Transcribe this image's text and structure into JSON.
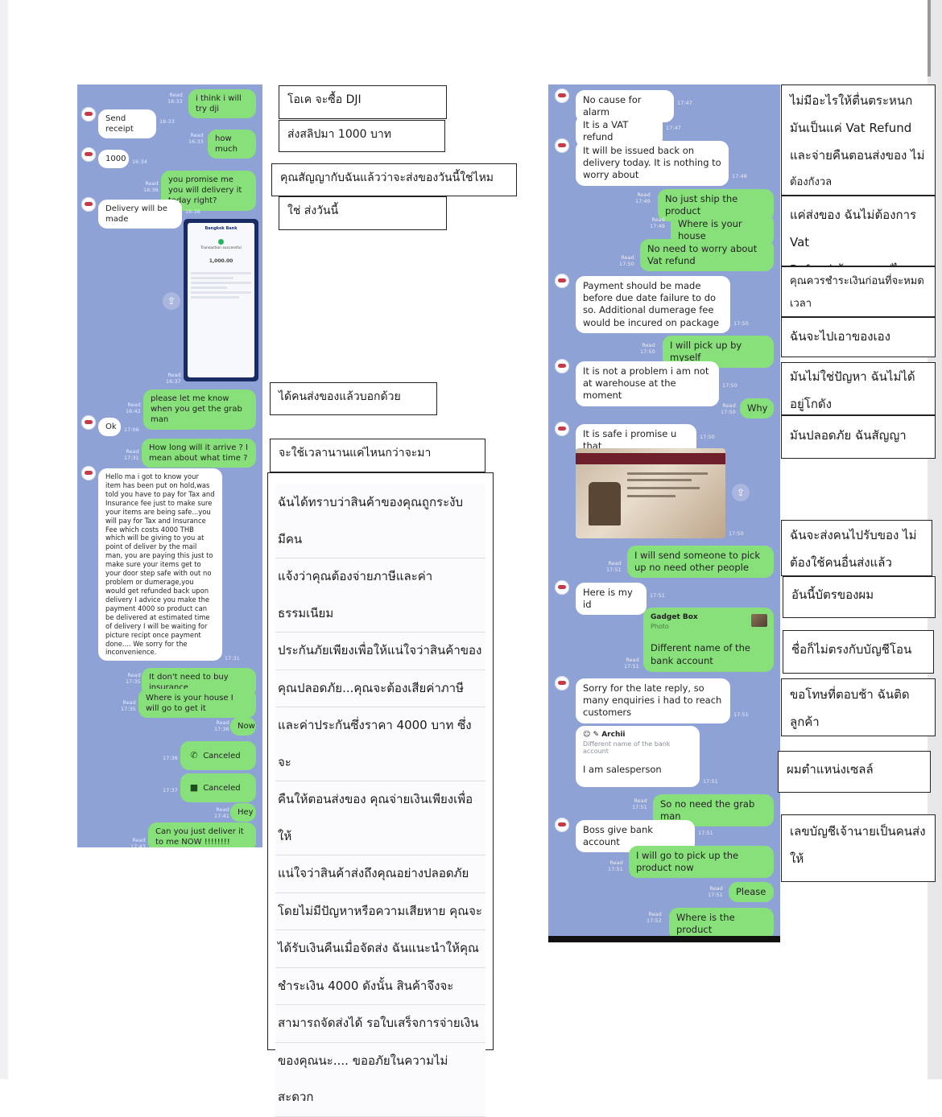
{
  "left_chat": {
    "messages": [
      {
        "text": "i think i will try dji",
        "meta": "Read\n16:33"
      },
      {
        "text": "Send receipt",
        "meta": "16:33"
      },
      {
        "text": "how much",
        "meta": "Read\n16:33"
      },
      {
        "text": "1000",
        "meta": "16:34"
      },
      {
        "text": "you promise me you will delivery it today right?",
        "meta": "Read\n16:36"
      },
      {
        "text": "Delivery will be made",
        "meta": "16:36"
      },
      {
        "text": "please let me know when you get the grab man",
        "meta": "Read\n16:42"
      },
      {
        "text": "Ok",
        "meta": "17:06"
      },
      {
        "text": "How long will it arrive ? I mean about what time ?",
        "meta": "Read\n17:31"
      },
      {
        "text": "Hello ma i got to know your item has been put on hold,was told you have to pay for Tax and Insurance fee just to make sure your items are being safe...you will pay for Tax and Insurance Fee which costs 4000 THB which will be giving to you at point of deliver by the mail man, you are paying this just to make sure your items get to your door step safe with out no problem or dumerage,you would get refunded back upon delivery I advice you make the payment 4000 so product can be delivered at estimated time of delivery I will be waiting for picture recipt once payment done.... We sorry for the inconvenience.",
        "meta": "17:31"
      },
      {
        "text": "It don't need to buy insurance",
        "meta": "Read\n17:35"
      },
      {
        "text": "Where is your house I will go to get it",
        "meta": "Read\n17:35"
      },
      {
        "text": "Now",
        "meta": "Read\n17:36"
      },
      {
        "text": "Canceled",
        "meta": "17:36"
      },
      {
        "text": "Canceled",
        "meta": "17:37"
      },
      {
        "text": "Hey",
        "meta": "Read\n17:41"
      },
      {
        "text": "Can you just deliver it to me NOW !!!!!!!!",
        "meta": "Read\n17:43"
      }
    ],
    "receipt": {
      "bank": "Bangkok Bank",
      "status": "Transaction successful",
      "amount": "1,000.00"
    }
  },
  "left_annotations": [
    "โอเค จะซื้อ DJI",
    "ส่งสลิปมา 1000 บาท",
    "คุณสัญญากับฉันแล้วว่าจะส่งของวันนี้ใช่ไหม",
    "ใช่ ส่งวันนี้",
    "ได้คนส่งของแล้วบอกด้วย",
    "จะใช้เวลานานแค่ไหนกว่าจะมา"
  ],
  "long_translation": [
    "ฉันได้ทราบว่าสินค้าของคุณถูกระงับ มีคน",
    "แจ้งว่าคุณต้องจ่ายภาษีและค่าธรรมเนียม",
    "ประกันภัยเพียงเพื่อให้แน่ใจว่าสินค้าของ",
    "คุณปลอดภัย...คุณจะต้องเสียค่าภาษี",
    "และค่าประกันซึ่งราคา 4000 บาท ซึ่งจะ",
    "คืนให้ตอนส่งของ คุณจ่ายเงินเพียงเพื่อให้",
    "แน่ใจว่าสินค้าส่งถึงคุณอย่างปลอดภัย",
    "โดยไม่มีปัญหาหรือความเสียหาย คุณจะ",
    "ได้รับเงินคืนเมื่อจัดส่ง ฉันแนะนำให้คุณ",
    "ชำระเงิน 4000 ดังนั้น สินค้าจึงจะ",
    "สามารถจัดส่งได้ รอใบเสร็จการจ่ายเงิน",
    "ของคุณนะ.... ขออภัยในความไม่สะดวก"
  ],
  "right_chat": {
    "messages": [
      {
        "text": "No cause for alarm",
        "meta": "17:47"
      },
      {
        "text": "It is a VAT refund",
        "meta": "17:47"
      },
      {
        "text": "It will be issued back on delivery today. It is nothing to worry about",
        "meta": "17:48"
      },
      {
        "text": "No just ship the product",
        "meta": "Read\n17:49"
      },
      {
        "text": "Where is your house",
        "meta": "Read\n17:49"
      },
      {
        "text": "No need to worry about Vat refund",
        "meta": "Read\n17:50"
      },
      {
        "text": "Payment should be made before due date failure to do so. Additional dumerage fee would be incured on package",
        "meta": "17:50"
      },
      {
        "text": "I will pick up by myself",
        "meta": "Read\n17:50"
      },
      {
        "text": "It is not a problem i am not at warehouse at the moment",
        "meta": "17:50"
      },
      {
        "text": "Why",
        "meta": "Read\n17:50"
      },
      {
        "text": "It is safe i promise u that",
        "meta": "17:50"
      },
      {
        "text": "I will send someone to pick up no need other people",
        "meta": "Read\n17:51"
      },
      {
        "text": "Here is my id",
        "meta": "17:51"
      },
      {
        "text": "Different name of the bank account",
        "meta": "Read\n17:51"
      },
      {
        "text": "Sorry for the late reply, so many enquiries i had to reach customers",
        "meta": "17:51"
      },
      {
        "text": "I am salesperson",
        "meta": "17:51"
      },
      {
        "text": "So no need the grab man",
        "meta": "Read\n17:51"
      },
      {
        "text": "Boss give bank account",
        "meta": "17:51"
      },
      {
        "text": "I will go to pick up the product now",
        "meta": "Read\n17:51"
      },
      {
        "text": "Please",
        "meta": "Read\n17:51"
      },
      {
        "text": "Where is the product",
        "meta": "Read\n17:52"
      }
    ],
    "quote_card": {
      "title": "Gadget Box",
      "subtitle": "Photo"
    },
    "reply_card": {
      "name": "Archii",
      "quoted": "Different name of the bank account"
    }
  },
  "right_annotations": [
    [
      "ไม่มีอะไรให้ตื่นตระหนก",
      "มันเป็นแค่ Vat Refund",
      "และจ่ายคืนตอนส่งของ ไม่",
      "ต้องกังวล"
    ],
    [
      "แค่ส่งของ ฉันไม่ต้องการ Vat",
      "Refund บ้านคุณอยู่ไหน"
    ],
    [
      "คุณควรชำระเงินก่อนที่จะหมด",
      "เวลา"
    ],
    [
      "ฉันจะไปเอาของเอง"
    ],
    [
      "มันไม่ใช่ปัญหา ฉันไม่ได้",
      "อยู่โกดัง"
    ],
    [
      "มันปลอดภัย ฉันสัญญา"
    ],
    [
      "ฉันจะส่งคนไปรับของ ไม่",
      "ต้องใช้คนอื่นส่งแล้ว"
    ],
    [
      "อันนี้บัตรของผม"
    ],
    [
      "ชื่อก็ไม่ตรงกับบัญชีโอน"
    ],
    [
      "ขอโทษที่ตอบช้า ฉันติด",
      "ลูกค้า"
    ],
    [
      "ผมตำแหน่งเซลล์"
    ],
    [
      "เลขบัญชีเจ้านายเป็นคนส่ง",
      "ให้"
    ]
  ]
}
